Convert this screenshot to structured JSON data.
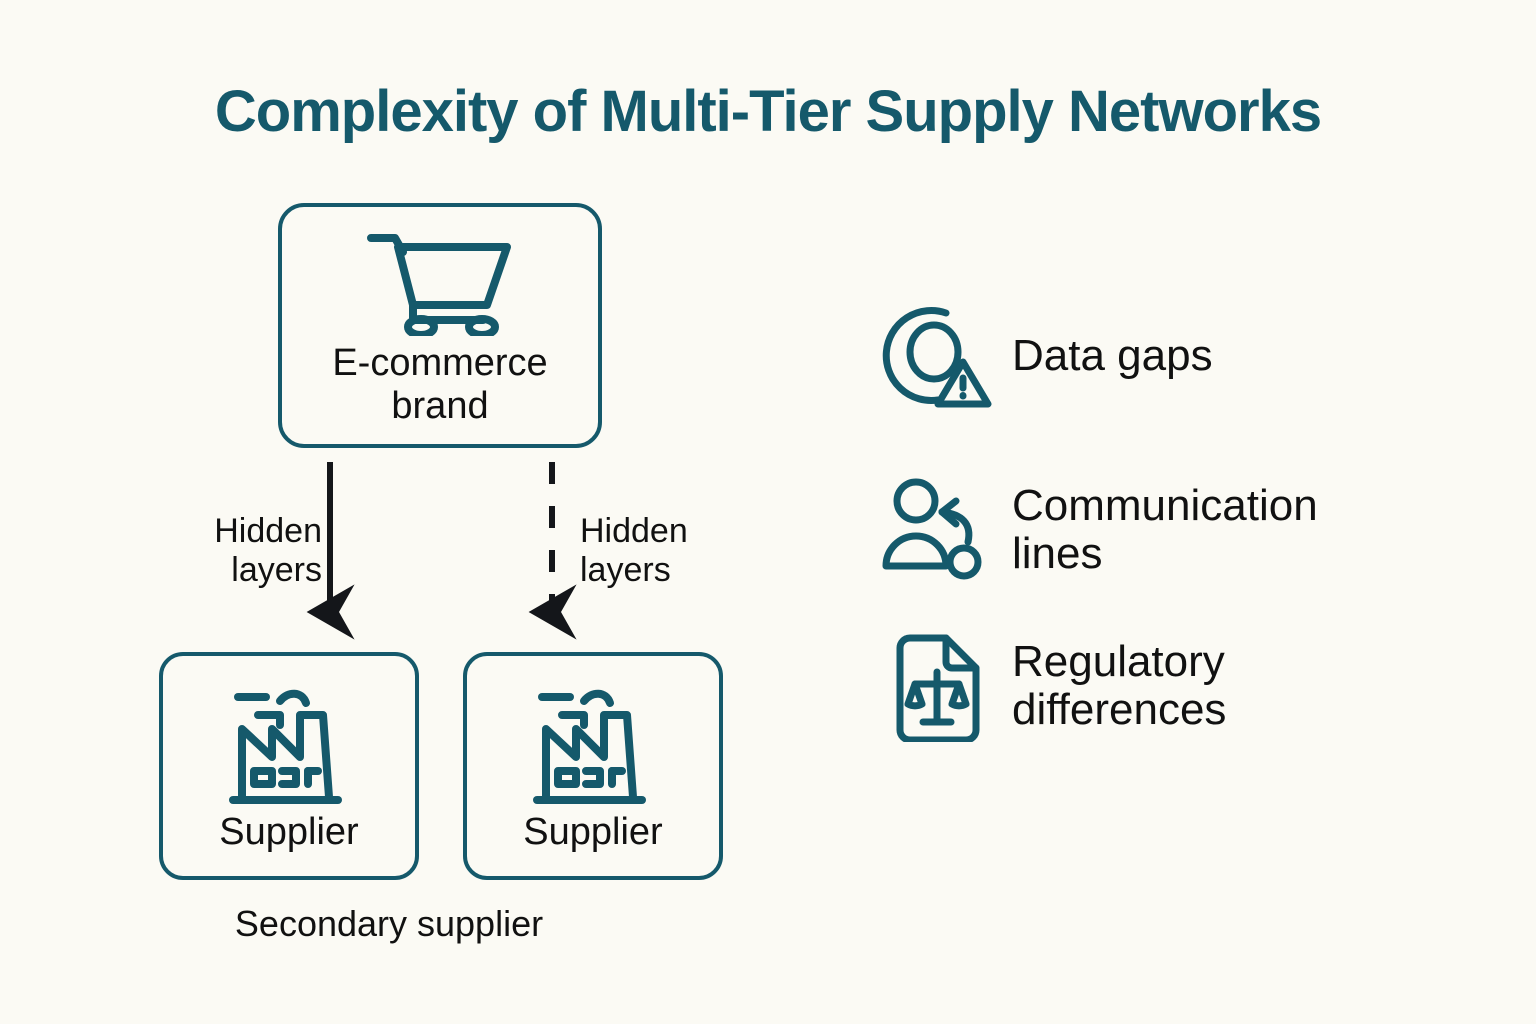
{
  "page": {
    "title": "Complexity of Multi-Tier Supply Networks",
    "background_color": "#fbfaf4",
    "accent_color": "#15596b",
    "text_color": "#111111"
  },
  "diagram": {
    "brand_node": {
      "label": "E-commerce\nbrand",
      "icon": "shopping-cart-icon"
    },
    "suppliers": [
      {
        "label": "Supplier",
        "icon": "factory-icon"
      },
      {
        "label": "Supplier",
        "icon": "factory-icon"
      }
    ],
    "caption": "Secondary supplier",
    "edges": [
      {
        "label": "Hidden\nlayers",
        "style": "solid"
      },
      {
        "label": "Hidden\nlayers",
        "style": "dashed"
      }
    ]
  },
  "challenges": [
    {
      "label": "Data gaps",
      "icon": "data-gaps-icon"
    },
    {
      "label": "Communication\nlines",
      "icon": "communication-lines-icon"
    },
    {
      "label": "Regulatory\ndifferences",
      "icon": "regulatory-differences-icon"
    }
  ]
}
